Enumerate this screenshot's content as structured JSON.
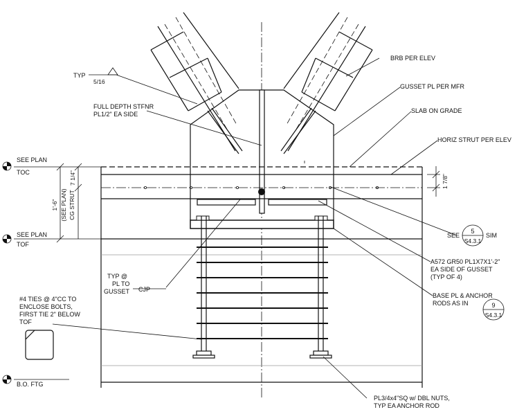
{
  "labels": {
    "typ": "TYP",
    "weld_size": "5/16",
    "stfnr_1": "FULL DEPTH STFNR",
    "stfnr_2": "PL1/2\" EA SIDE",
    "brb": "BRB PER ELEV",
    "gusset": "GUSSET PL PER MFR",
    "slab": "SLAB ON GRADE",
    "strut": "HORIZ STRUT PER ELEV",
    "see_plan_1": "SEE PLAN",
    "toc": "TOC",
    "see_plan_2": "SEE PLAN",
    "tof": "TOF",
    "bo_ftg": "B.O. FTG",
    "dim_1_6": "1'-6\"",
    "dim_see_plan": "(SEE PLAN)",
    "dim_cg_strut": "CG STRUT",
    "dim_7_1_4": "7 1/4\"",
    "dim_1_7_8": "1 7/8\"",
    "see_sim_see": "SEE",
    "see_sim_sim": "SIM",
    "detail_5_num": "5",
    "detail_5_sheet": "S4.3.1",
    "a572_1": "A572 GR50 PL1X7X1'-2\"",
    "a572_2": "EA SIDE OF GUSSET",
    "a572_3": "(TYP OF 4)",
    "typ_pl_1": "TYP @",
    "typ_pl_2": "PL TO",
    "typ_pl_3": "GUSSET",
    "cjp": "CJP",
    "ties_1": "#4 TIES @ 4\"CC TO",
    "ties_2": "ENCLOSE BOLTS,",
    "ties_3": "FIRST TIE 2\" BELOW",
    "ties_4": "TOF",
    "base_pl_1": "BASE PL & ANCHOR",
    "base_pl_2": "RODS AS IN",
    "detail_9_num": "9",
    "detail_9_sheet": "S4.3.1",
    "pl34_1": "PL3/4x4\"SQ w/ DBL NUTS,",
    "pl34_2": "TYP EA ANCHOR ROD"
  }
}
